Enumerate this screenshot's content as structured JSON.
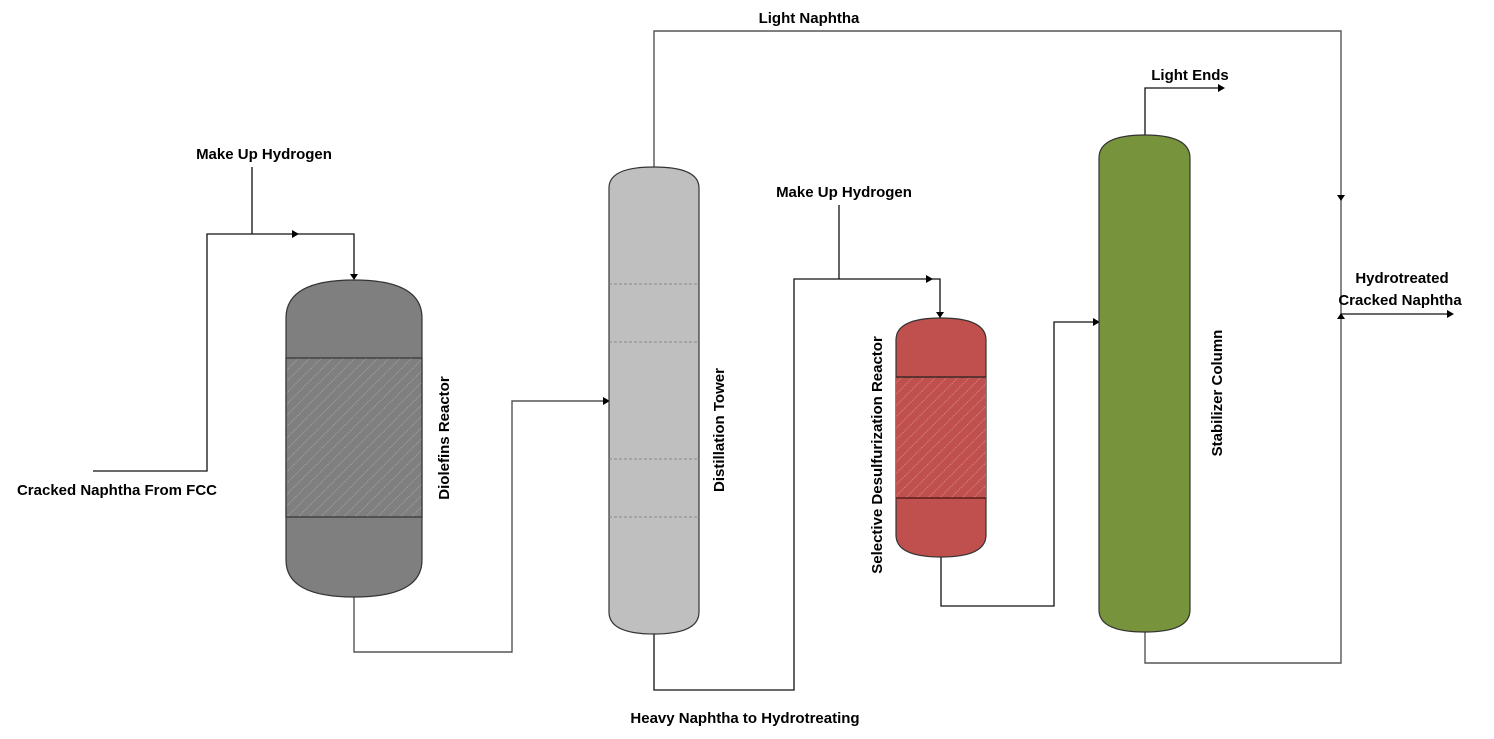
{
  "diagram": {
    "title": "Cracked Naphtha Selective Hydrodesulfurization Process",
    "streams": {
      "feed": "Cracked Naphtha From FCC",
      "makeup_h2_1": "Make Up Hydrogen",
      "makeup_h2_2": "Make Up Hydrogen",
      "light_naphtha": "Light Naphtha",
      "heavy_naphtha": "Heavy Naphtha to Hydrotreating",
      "light_ends": "Light Ends",
      "product_line1": "Hydrotreated",
      "product_line2": "Cracked Naphtha"
    },
    "units": {
      "diolefins_reactor": {
        "label": "Diolefins Reactor",
        "color": "#7f7f7f"
      },
      "distillation_tower": {
        "label": "Distillation Tower",
        "color": "#bfbfbf"
      },
      "sdr": {
        "label": "Selective Desulfurization Reactor",
        "color": "#c0504d"
      },
      "stabilizer": {
        "label": "Stabilizer Column",
        "color": "#77933c"
      }
    }
  }
}
